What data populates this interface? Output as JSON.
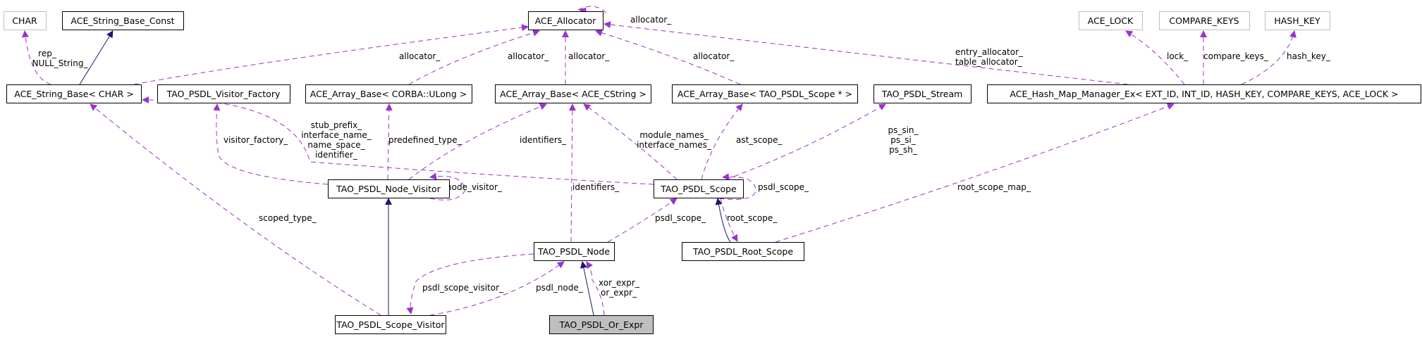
{
  "diagram": {
    "title": "Collaboration diagram for TAO_PSDL_Or_Expr",
    "colors": {
      "usage_edge": "#9a32cd",
      "inherit_edge": "#191970",
      "focus_fill": "#bfbfbf",
      "external_border": "#bfbfbf",
      "node_border": "#000000"
    },
    "nodes": {
      "char": "CHAR",
      "string_base_const": "ACE_String_Base_Const",
      "allocator": "ACE_Allocator",
      "ace_lock": "ACE_LOCK",
      "compare_keys": "COMPARE_KEYS",
      "hash_key": "HASH_KEY",
      "string_base": "ACE_String_Base< CHAR >",
      "visitor_factory": "TAO_PSDL_Visitor_Factory",
      "array_ulong": "ACE_Array_Base< CORBA::ULong >",
      "array_cstring": "ACE_Array_Base< ACE_CString >",
      "array_scope": "ACE_Array_Base< TAO_PSDL_Scope * >",
      "psdl_stream": "TAO_PSDL_Stream",
      "hash_map": "ACE_Hash_Map_Manager_Ex< EXT_ID, INT_ID, HASH_KEY, COMPARE_KEYS, ACE_LOCK >",
      "node_visitor": "TAO_PSDL_Node_Visitor",
      "psdl_scope": "TAO_PSDL_Scope",
      "psdl_node": "TAO_PSDL_Node",
      "root_scope": "TAO_PSDL_Root_Scope",
      "scope_visitor": "TAO_PSDL_Scope_Visitor",
      "or_expr": "TAO_PSDL_Or_Expr"
    },
    "edge_labels": {
      "rep_null_string": [
        "rep_",
        "NULL_String_"
      ],
      "allocator_self": "allocator_",
      "allocator_string": "allocator_",
      "allocator_ulong": "allocator_",
      "allocator_cstring": "allocator_",
      "allocator_scope": "allocator_",
      "entry_table_allocator": [
        "entry_allocator_",
        "table_allocator_"
      ],
      "lock": "lock_",
      "compare_keys": "compare_keys_",
      "hash_key": "hash_key_",
      "visitor_factory": "visitor_factory_",
      "string_members": [
        "stub_prefix_",
        "interface_name_",
        "name_space_",
        "identifier_"
      ],
      "predefined_type": "predefined_type_",
      "identifiers_top": "identifiers_",
      "module_interface_names": [
        "module_names_",
        "interface_names_"
      ],
      "ast_scope": "ast_scope_",
      "ps_streams": [
        "ps_sin_",
        "ps_si_",
        "ps_sh_"
      ],
      "node_visitor": "node_visitor_",
      "identifiers_node": "identifiers_",
      "psdl_scope_self": "psdl_scope_",
      "root_scope_map": "root_scope_map_",
      "scoped_type": "scoped_type_",
      "psdl_scope_node": "psdl_scope_",
      "root_scope": "root_scope_",
      "psdl_scope_visitor": "psdl_scope_visitor_",
      "psdl_node": "psdl_node_",
      "xor_or_expr": [
        "xor_expr_",
        "or_expr_"
      ]
    }
  }
}
